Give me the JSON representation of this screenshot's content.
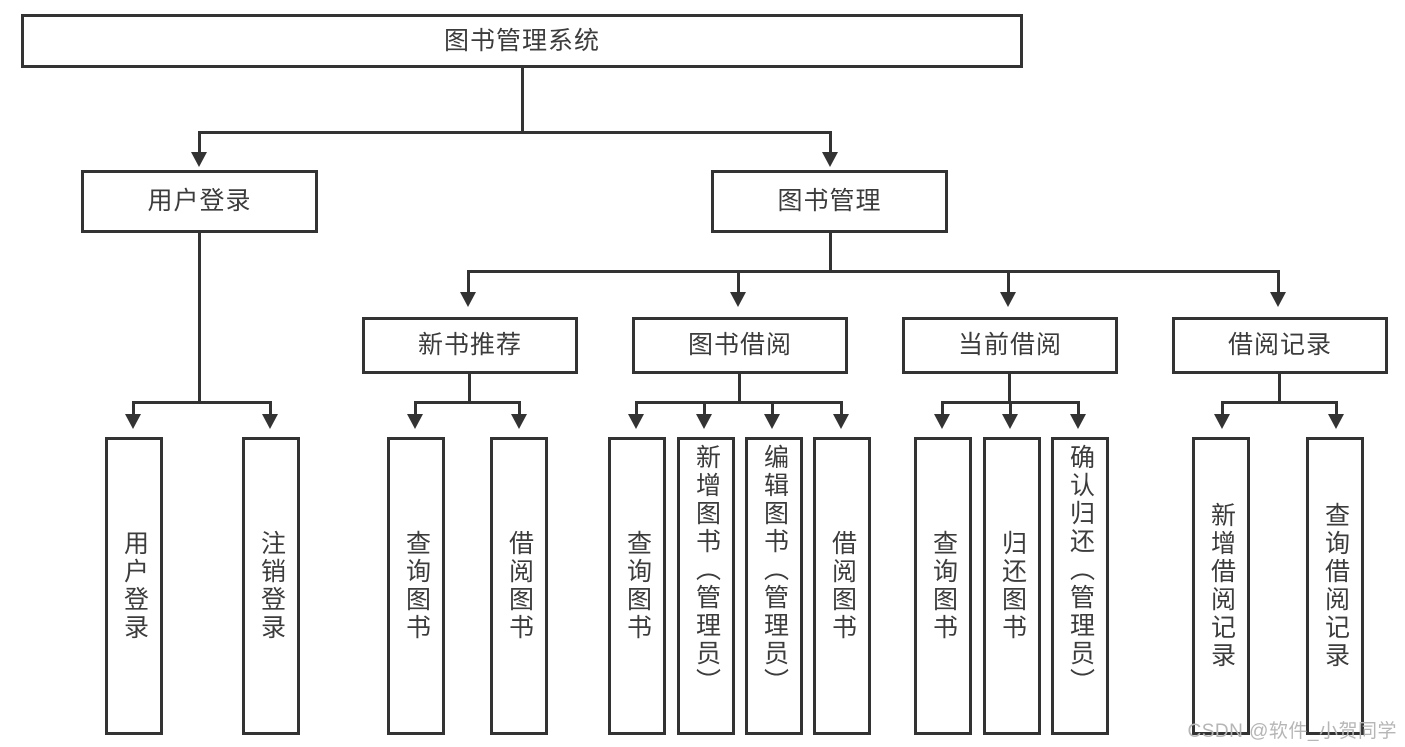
{
  "diagram": {
    "title": "图书管理系统",
    "type": "tree-hierarchy",
    "root": {
      "label": "图书管理系统"
    },
    "level1": [
      {
        "label": "用户登录"
      },
      {
        "label": "图书管理"
      }
    ],
    "level2": [
      {
        "label": "新书推荐"
      },
      {
        "label": "图书借阅"
      },
      {
        "label": "当前借阅"
      },
      {
        "label": "借阅记录"
      }
    ],
    "leaves": {
      "user_login": [
        {
          "label": "用户登录"
        },
        {
          "label": "注销登录"
        }
      ],
      "new_book_recommend": [
        {
          "label": "查询图书"
        },
        {
          "label": "借阅图书"
        }
      ],
      "book_borrow": [
        {
          "label": "查询图书"
        },
        {
          "label": "新增图书（管理员）"
        },
        {
          "label": "编辑图书（管理员）"
        },
        {
          "label": "借阅图书"
        }
      ],
      "current_borrow": [
        {
          "label": "查询图书"
        },
        {
          "label": "归还图书"
        },
        {
          "label": "确认归还（管理员）"
        }
      ],
      "borrow_record": [
        {
          "label": "新增借阅记录"
        },
        {
          "label": "查询借阅记录"
        }
      ]
    }
  },
  "watermark": {
    "text": "CSDN @软件_小贺同学"
  },
  "colors": {
    "stroke": "#333333",
    "text": "#3c3c3c",
    "background": "#ffffff",
    "watermark": "#b6b6b6"
  }
}
